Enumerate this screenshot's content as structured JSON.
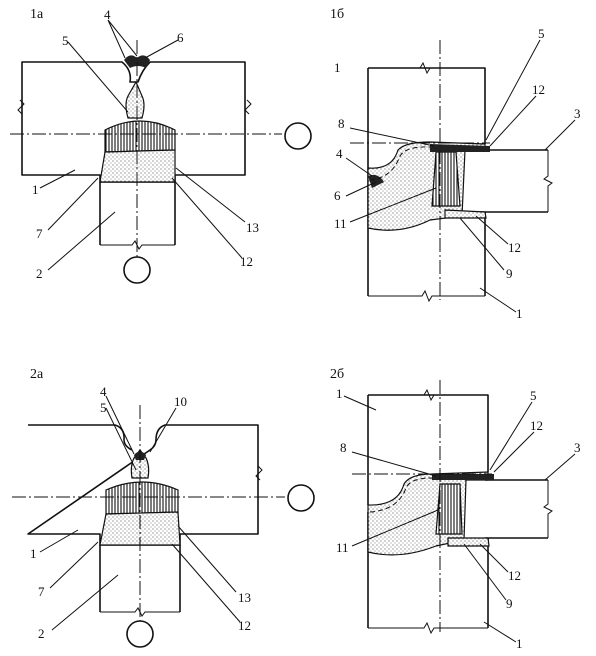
{
  "panels": [
    {
      "id": "1a",
      "title": "1a",
      "labels": {
        "c4": "4",
        "c6": "6",
        "c5": "5",
        "c1": "1",
        "c7": "7",
        "c13": "13",
        "c2": "2",
        "c12": "12"
      }
    },
    {
      "id": "1b",
      "title": "1б",
      "labels": {
        "c5": "5",
        "c1t": "1",
        "c12t": "12",
        "c8": "8",
        "c3": "3",
        "c4": "4",
        "c6": "6",
        "c11": "11",
        "c12b": "12",
        "c9": "9",
        "c1b": "1"
      }
    },
    {
      "id": "2a",
      "title": "2a",
      "labels": {
        "c4": "4",
        "c10": "10",
        "c5": "5",
        "c1": "1",
        "c7": "7",
        "c13": "13",
        "c2": "2",
        "c12": "12"
      }
    },
    {
      "id": "2b",
      "title": "2б",
      "labels": {
        "c1t": "1",
        "c5": "5",
        "c12t": "12",
        "c8": "8",
        "c3": "3",
        "c11": "11",
        "c12b": "12",
        "c9": "9",
        "c1b": "1"
      }
    }
  ]
}
